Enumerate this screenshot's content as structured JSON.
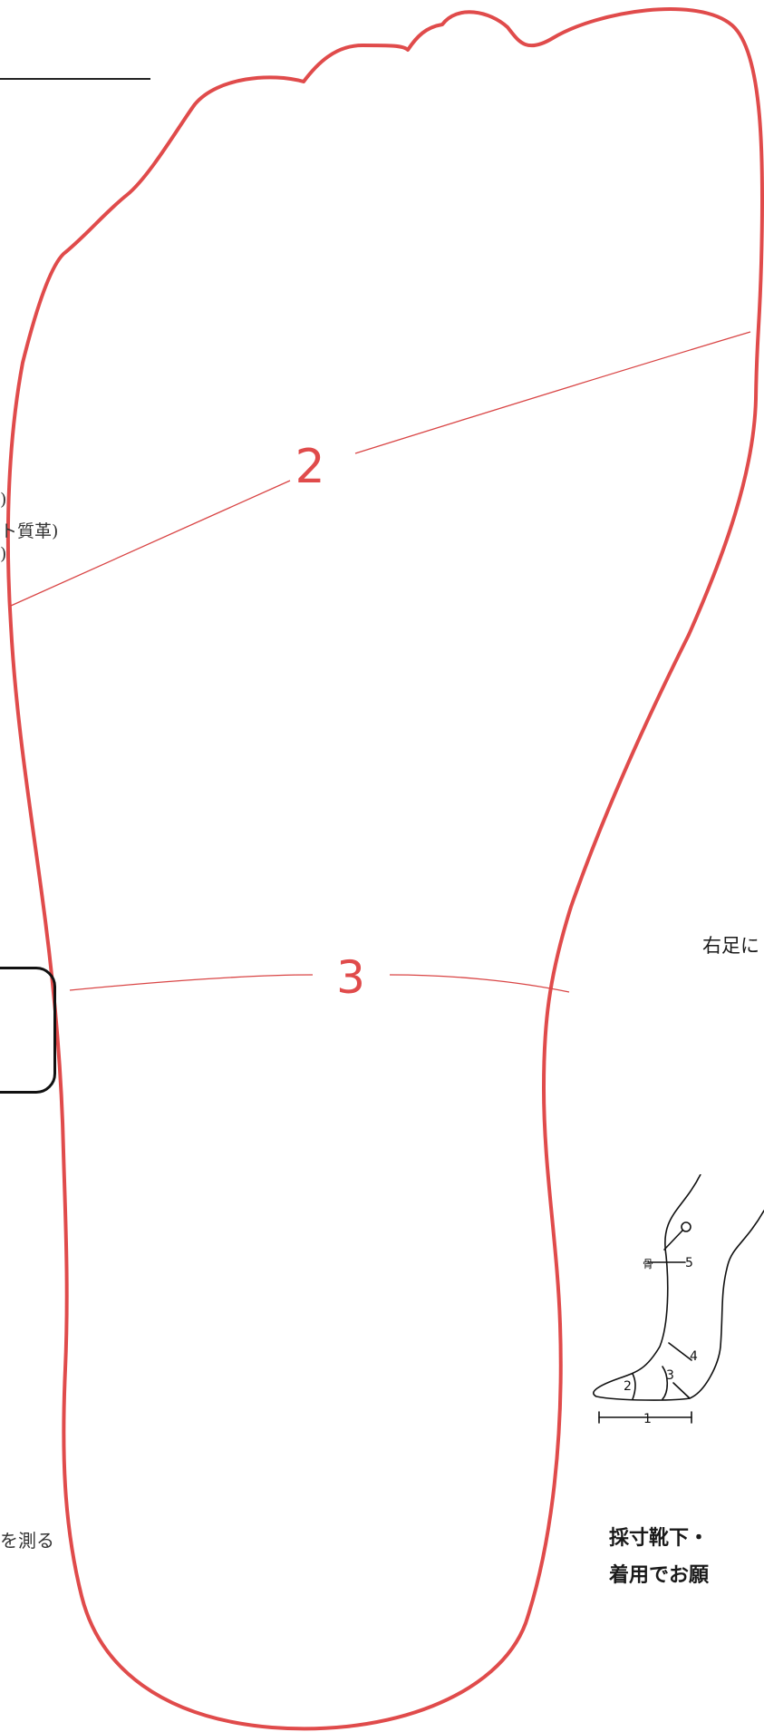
{
  "texts": {
    "frag1": ")",
    "frag2": "ト質革)",
    "frag3": ")",
    "measure_fragment": "を測る",
    "right_foot_fragment": "右足に",
    "bottom_line1": "採寸靴下・",
    "bottom_line2": "着用でお願"
  },
  "foot_lines": {
    "line2_label": "2",
    "line3_label": "3"
  },
  "diagram": {
    "bone_label": "骨",
    "n1": "1",
    "n2": "2",
    "n3": "3",
    "n4": "4",
    "n5": "5"
  },
  "colors": {
    "outline": "#e04b4b",
    "ink": "#1a1a1a"
  }
}
